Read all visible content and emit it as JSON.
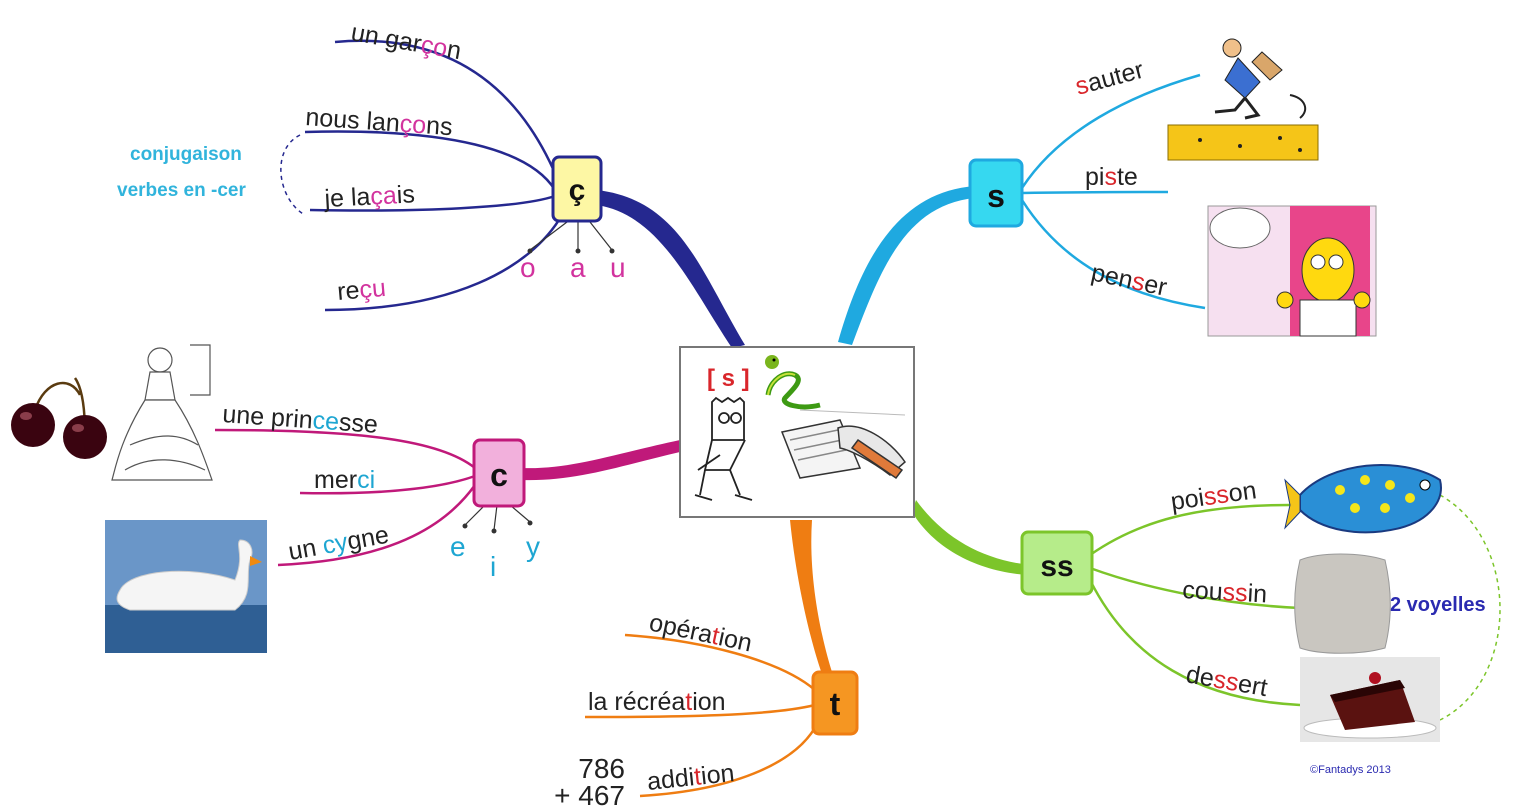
{
  "colors": {
    "cedilla": "#25288f",
    "s": "#1fa9e0",
    "c": "#c0197a",
    "t": "#ef7d12",
    "ss": "#7cc52a",
    "highlight_red": "#d9262b",
    "highlight_pink": "#d2339e",
    "highlight_cyan": "#1ea6d2",
    "note_cyan": "#31b4dc",
    "note_blue": "#2a2ab0"
  },
  "center": {
    "label": "[ s ]"
  },
  "branches": {
    "cedilla": {
      "letter": "ç",
      "words": [
        {
          "parts": [
            {
              "t": "un gar"
            },
            {
              "t": "ç",
              "h": "pink"
            },
            {
              "t": "o",
              "h": "pink"
            },
            {
              "t": "n"
            }
          ]
        },
        {
          "parts": [
            {
              "t": "nous lan"
            },
            {
              "t": "ç",
              "h": "pink"
            },
            {
              "t": "o",
              "h": "pink"
            },
            {
              "t": "ns"
            }
          ]
        },
        {
          "parts": [
            {
              "t": "je la"
            },
            {
              "t": "ç",
              "h": "pink"
            },
            {
              "t": "a",
              "h": "pink"
            },
            {
              "t": "is"
            }
          ]
        },
        {
          "parts": [
            {
              "t": "re"
            },
            {
              "t": "ç",
              "h": "pink"
            },
            {
              "t": "u",
              "h": "pink"
            }
          ]
        }
      ],
      "vowels": [
        "o",
        "a",
        "u"
      ],
      "note": [
        "conjugaison",
        "verbes en -cer"
      ]
    },
    "s": {
      "letter": "s",
      "words": [
        {
          "parts": [
            {
              "t": "s",
              "h": "red"
            },
            {
              "t": "auter"
            }
          ]
        },
        {
          "parts": [
            {
              "t": "pi"
            },
            {
              "t": "s",
              "h": "red"
            },
            {
              "t": "te"
            }
          ]
        },
        {
          "parts": [
            {
              "t": "pen"
            },
            {
              "t": "s",
              "h": "red"
            },
            {
              "t": "er"
            }
          ]
        }
      ]
    },
    "c": {
      "letter": "c",
      "words": [
        {
          "parts": [
            {
              "t": "une prin"
            },
            {
              "t": "c",
              "h": "cyan"
            },
            {
              "t": "e",
              "h": "cyan"
            },
            {
              "t": "sse"
            }
          ]
        },
        {
          "parts": [
            {
              "t": "mer"
            },
            {
              "t": "c",
              "h": "cyan"
            },
            {
              "t": "i",
              "h": "cyan"
            }
          ]
        },
        {
          "parts": [
            {
              "t": "un "
            },
            {
              "t": "c",
              "h": "cyan"
            },
            {
              "t": "y",
              "h": "cyan"
            },
            {
              "t": "gne"
            }
          ]
        }
      ],
      "vowels": [
        "e",
        "i",
        "y"
      ]
    },
    "t": {
      "letter": "t",
      "words": [
        {
          "parts": [
            {
              "t": "opéra"
            },
            {
              "t": "t",
              "h": "red"
            },
            {
              "t": "ion"
            }
          ]
        },
        {
          "parts": [
            {
              "t": "la récréa"
            },
            {
              "t": "t",
              "h": "red"
            },
            {
              "t": "ion"
            }
          ]
        },
        {
          "parts": [
            {
              "t": "addi"
            },
            {
              "t": "t",
              "h": "red"
            },
            {
              "t": "ion"
            }
          ]
        }
      ],
      "sum": [
        "786",
        "+ 467"
      ]
    },
    "ss": {
      "letter": "ss",
      "words": [
        {
          "parts": [
            {
              "t": "poi"
            },
            {
              "t": "ss",
              "h": "red"
            },
            {
              "t": "on"
            }
          ]
        },
        {
          "parts": [
            {
              "t": "cou"
            },
            {
              "t": "ss",
              "h": "red"
            },
            {
              "t": "in"
            }
          ]
        },
        {
          "parts": [
            {
              "t": "de"
            },
            {
              "t": "ss",
              "h": "red"
            },
            {
              "t": "ert"
            }
          ]
        }
      ],
      "note": "2 voyelles"
    }
  },
  "copyright": "©Fantadys 2013",
  "icons": [
    "snake-icon",
    "bart-icon",
    "writing-pencil-icon",
    "jumper-icon",
    "homer-icon",
    "cherries-icon",
    "princess-icon",
    "swan-icon",
    "fish-icon",
    "cushion-icon",
    "cake-icon"
  ]
}
